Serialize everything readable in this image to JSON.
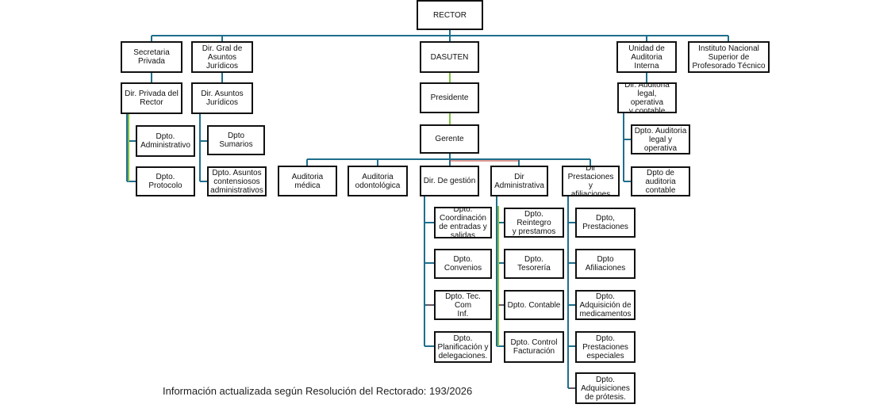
{
  "colors": {
    "line": "#1f6e8c",
    "green": "#7fbf3f",
    "red": "#c0392b",
    "border": "#111111"
  },
  "nodes": {
    "rector": "RECTOR",
    "secretaria": "Secretaria\nPrivada",
    "dir_gral": "Dir. Gral de\nAsuntos\nJurídicos",
    "dasuten": "DASUTEN",
    "unidad_auditoria": "Unidad de\nAuditoria\nInterna",
    "instituto": "Instituto Nacional\nSuperior de\nProfesorado Técnico",
    "dir_privada": "Dir. Privada del\nRector",
    "dir_asuntos": "Dir. Asuntos\nJurídicos",
    "presidente": "Presidente",
    "dir_auditoria": "Dir. Auditoria\nlegal, operativa\ny contable",
    "dpto_administrativo": "Dpto.\nAdministrativo",
    "dpto_protocolo": "Dpto.\nProtocolo",
    "dpto_sumarios": "Dpto Sumarios",
    "dpto_contensiosos": "Dpto. Asuntos\ncontensiosos\nadministrativos",
    "gerente": "Gerente",
    "dpto_aud_legal": "Dpto. Auditoria\nlegal y\noperativa",
    "dpto_aud_contable": "Dpto de\nauditoria\ncontable",
    "aud_medica": "Auditoria\nmédica",
    "aud_odonto": "Auditoria\nodontológica",
    "dir_gestion": "Dir. De gestión",
    "dir_administrativa": "Dir\nAdministrativa",
    "dir_prestaciones": "Dir\nPrestaciones y\nafiliaciones",
    "dpto_coordinacion": "Dpto.\nCoordinación\nde entradas y\nsalidas",
    "dpto_convenios": "Dpto.\nConvenios",
    "dpto_tec": "Dpto. Tec. Com\nInf.",
    "dpto_planificacion": "Dpto.\nPlanificación y\ndelegaciones.",
    "dpto_reintegro": "Dpto. Reintegro\ny prestamos",
    "dpto_tesoreria": "Dpto. Tesorería",
    "dpto_contable": "Dpto. Contable",
    "dpto_control": "Dpto. Control\nFacturación",
    "dpto_prestaciones": "Dpto,\nPrestaciones",
    "dpto_afiliaciones": "Dpto\nAfiliaciones",
    "dpto_medicamentos": "Dpto.\nAdquisición de\nmedicamentos",
    "dpto_especiales": "Dpto.\nPrestaciones\nespeciales",
    "dpto_protesis": "Dpto.\nAdquisiciones\nde prótesis."
  },
  "footnote": "Información actualizada según Resolución del Rectorado: 193/2026"
}
